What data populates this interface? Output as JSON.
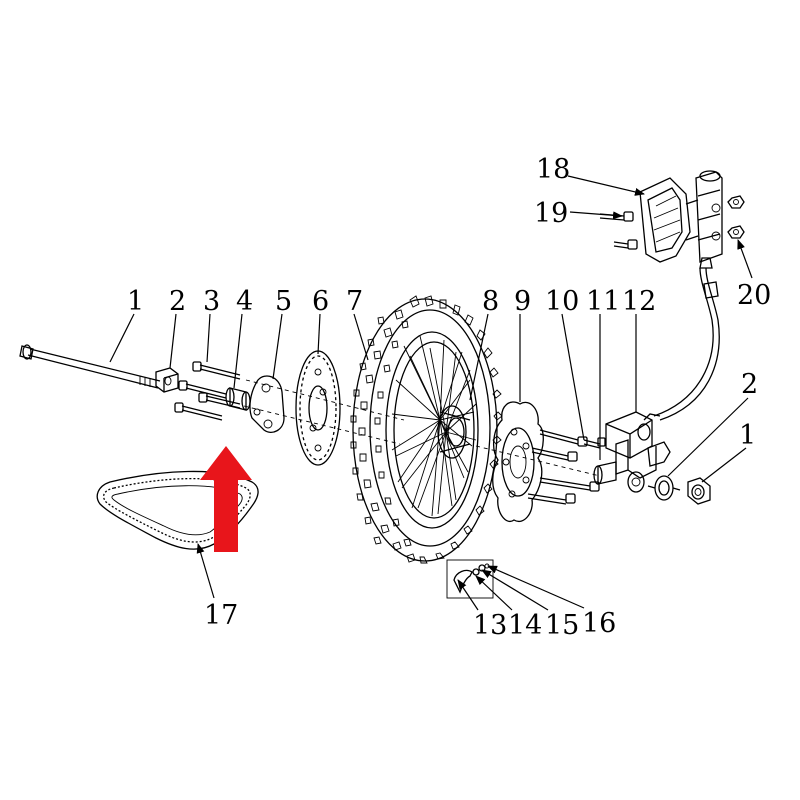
{
  "diagram": {
    "labels": [
      "1",
      "2",
      "3",
      "4",
      "5",
      "6",
      "7",
      "8",
      "9",
      "10",
      "11",
      "12",
      "2",
      "1",
      "13",
      "14",
      "15",
      "16",
      "17",
      "18",
      "19",
      "20"
    ],
    "line_color": "#000000",
    "pointer_color": "#e8151b",
    "pointer_icon": "red-up-arrow-icon"
  }
}
